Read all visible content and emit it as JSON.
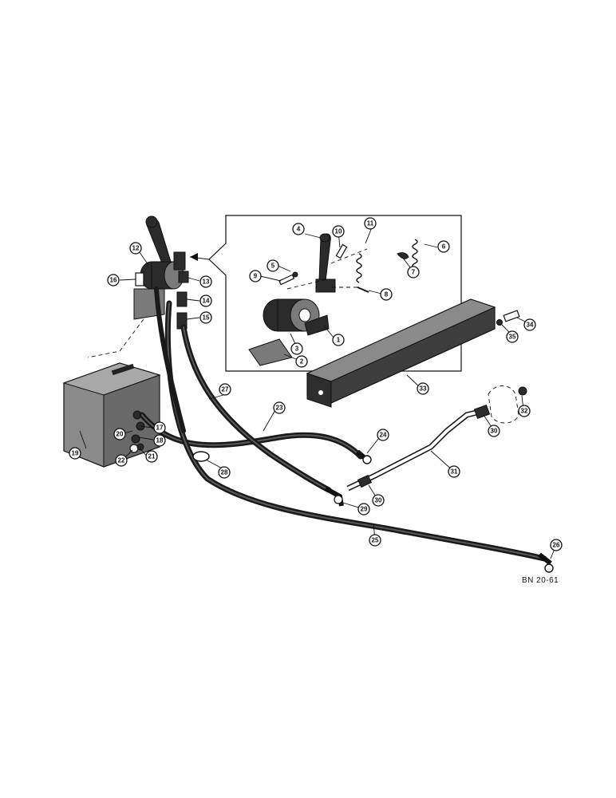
{
  "figure": {
    "reference_code": "BN 20-61"
  },
  "callouts": [
    {
      "id": "c1",
      "label": "1"
    },
    {
      "id": "c2",
      "label": "2"
    },
    {
      "id": "c3",
      "label": "3"
    },
    {
      "id": "c4",
      "label": "4"
    },
    {
      "id": "c5",
      "label": "5"
    },
    {
      "id": "c6",
      "label": "6"
    },
    {
      "id": "c7",
      "label": "7"
    },
    {
      "id": "c8",
      "label": "8"
    },
    {
      "id": "c9",
      "label": "9"
    },
    {
      "id": "c10",
      "label": "10"
    },
    {
      "id": "c11",
      "label": "11"
    },
    {
      "id": "c12",
      "label": "12"
    },
    {
      "id": "c13",
      "label": "13"
    },
    {
      "id": "c14",
      "label": "14"
    },
    {
      "id": "c15",
      "label": "15"
    },
    {
      "id": "c16",
      "label": "16"
    },
    {
      "id": "c17",
      "label": "17"
    },
    {
      "id": "c18",
      "label": "18"
    },
    {
      "id": "c19",
      "label": "19"
    },
    {
      "id": "c20",
      "label": "20"
    },
    {
      "id": "c21",
      "label": "21"
    },
    {
      "id": "c22",
      "label": "22"
    },
    {
      "id": "c23",
      "label": "23"
    },
    {
      "id": "c24",
      "label": "24"
    },
    {
      "id": "c25",
      "label": "25"
    },
    {
      "id": "c26",
      "label": "26"
    },
    {
      "id": "c27",
      "label": "27"
    },
    {
      "id": "c28",
      "label": "28"
    },
    {
      "id": "c29",
      "label": "29"
    },
    {
      "id": "c30a",
      "label": "30"
    },
    {
      "id": "c30b",
      "label": "30"
    },
    {
      "id": "c31",
      "label": "31"
    },
    {
      "id": "c32",
      "label": "32"
    },
    {
      "id": "c33",
      "label": "33"
    },
    {
      "id": "c34",
      "label": "34"
    },
    {
      "id": "c35",
      "label": "35"
    }
  ]
}
